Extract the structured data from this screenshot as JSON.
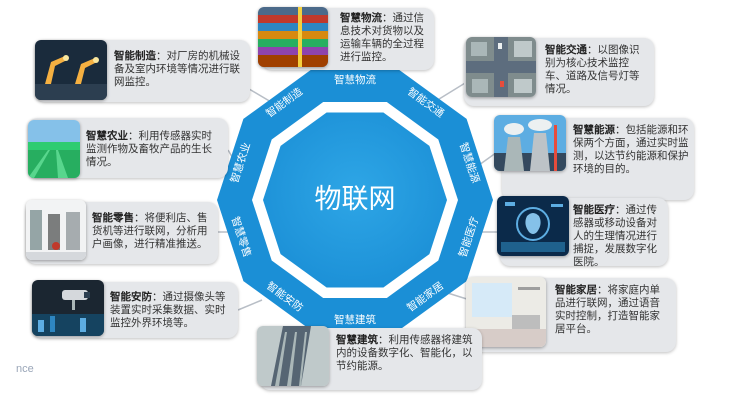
{
  "center": {
    "title": "物联网"
  },
  "ring_labels": [
    "智慧物流",
    "智能交通",
    "智慧能源",
    "智能医疗",
    "智能家居",
    "智慧建筑",
    "智能安防",
    "智慧零售",
    "智慧农业",
    "智能制造"
  ],
  "cards": [
    {
      "id": "logistics",
      "title": "智慧物流",
      "text": "通过信息技术对货物以及运输车辆的全过程进行监控。",
      "image": "shipping-containers"
    },
    {
      "id": "traffic",
      "title": "智能交通",
      "text": "以图像识别为核心技术监控车、道路及信号灯等情况。",
      "image": "city-intersection"
    },
    {
      "id": "energy",
      "title": "智慧能源",
      "text": "包括能源和环保两个方面，通过实时监测，以达节约能源和保护环境的目的。",
      "image": "power-plant"
    },
    {
      "id": "medical",
      "title": "智能医疗",
      "text": "通过传感器或移动设备对人的生理情况进行捕捉，发展数字化医院。",
      "image": "medical-hologram"
    },
    {
      "id": "home",
      "title": "智能家居",
      "text": "将家庭内单品进行联网，通过语音实时控制，打造智能家居平台。",
      "image": "living-room"
    },
    {
      "id": "building",
      "title": "智慧建筑",
      "text": "利用传感器将建筑内的设备数字化、智能化，以节约能源。",
      "image": "skyscraper"
    },
    {
      "id": "security",
      "title": "智能安防",
      "text": "通过摄像头等装置实时采集数据、实时监控外界环境等。",
      "image": "security-camera"
    },
    {
      "id": "retail",
      "title": "智能零售",
      "text": "将便利店、售货机等进行联网，分析用户画像，进行精准推送。",
      "image": "retail-store"
    },
    {
      "id": "agriculture",
      "title": "智慧农业",
      "text": "利用传感器实时监测作物及畜牧产品的生长情况。",
      "image": "green-field"
    },
    {
      "id": "manufacturing",
      "title": "智能制造",
      "text": "对厂房的机械设备及室内环境等情况进行联网监控。",
      "image": "robot-arms"
    }
  ],
  "watermark": "nce",
  "colors": {
    "ring_blue": "#1b8fd6",
    "ring_light": "#2ea6e6",
    "card_bg": "#e5e7ea",
    "connector": "#b8bec6",
    "title_text": "#ffffff"
  }
}
